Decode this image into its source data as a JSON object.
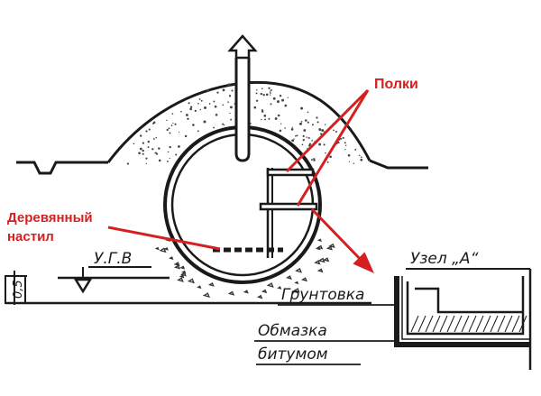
{
  "labels": {
    "shelves": "Полки",
    "wooden_floor_line1": "Деревянный",
    "wooden_floor_line2": "настил",
    "groundwater_level": "У.Г.В",
    "depth_value": "0,5",
    "node": "Узел „А“",
    "primer": "Грунтовка",
    "coating_line1": "Обмазка",
    "coating_line2": "битумом"
  },
  "colors": {
    "annotation": "#d42020",
    "ink": "#1a1a1a",
    "background": "#ffffff"
  },
  "icons": {
    "vent_arrow": "up-arrow-icon",
    "water_level_marker": "triangle-down-icon"
  }
}
